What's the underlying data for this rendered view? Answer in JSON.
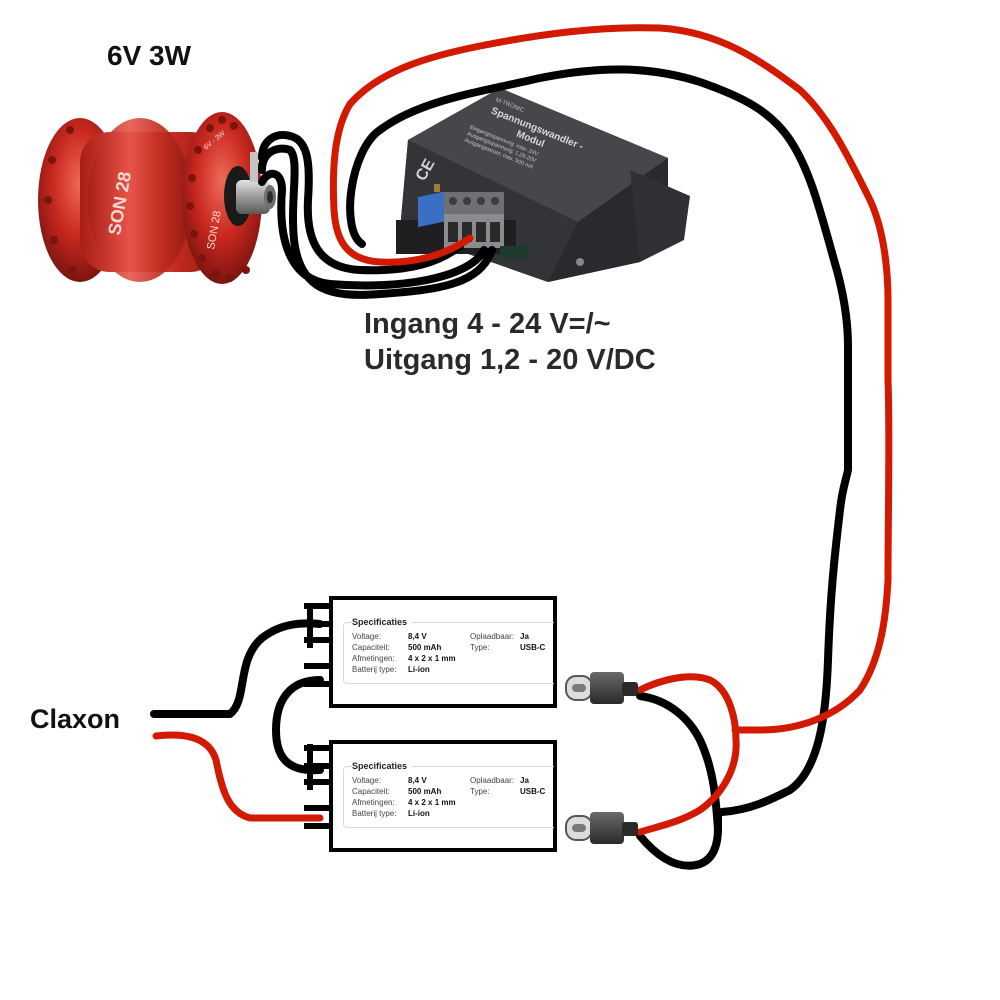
{
  "labels": {
    "hub_rating": "6V 3W",
    "converter_input": "Ingang 4 - 24 V=/~",
    "converter_output": "Uitgang 1,2 - 20 V/DC",
    "claxon": "Claxon"
  },
  "hub": {
    "brand_text": "SON 28",
    "rim_text": "6V - 3W"
  },
  "converter": {
    "maker": "M-TRONIC",
    "title_line1": "Spannungswandler -",
    "title_line2": "Modul",
    "spec_lines": [
      "Eingangsspannung: max. 24V",
      "Ausgangsspannung: 1,25-20V",
      "Ausgangsstrom: max. 500 mA"
    ],
    "ce_mark": "CE"
  },
  "batteries": [
    {
      "title": "Specificaties",
      "rows": [
        {
          "key": "Voltage:",
          "value": "8,4 V",
          "key2": "Oplaadbaar:",
          "value2": "Ja"
        },
        {
          "key": "Capaciteit:",
          "value": "500 mAh",
          "key2": "Type:",
          "value2": "USB-C"
        },
        {
          "key": "Afmetingen:",
          "value": "4 x 2 x 1 mm",
          "key2": "",
          "value2": ""
        },
        {
          "key": "Batterij type:",
          "value": "Li-ion",
          "key2": "",
          "value2": ""
        }
      ]
    },
    {
      "title": "Specificaties",
      "rows": [
        {
          "key": "Voltage:",
          "value": "8,4 V",
          "key2": "Oplaadbaar:",
          "value2": "Ja"
        },
        {
          "key": "Capaciteit:",
          "value": "500 mAh",
          "key2": "Type:",
          "value2": "USB-C"
        },
        {
          "key": "Afmetingen:",
          "value": "4 x 2 x 1 mm",
          "key2": "",
          "value2": ""
        },
        {
          "key": "Batterij type:",
          "value": "Li-ion",
          "key2": "",
          "value2": ""
        }
      ]
    }
  ],
  "colors": {
    "wire_positive": "#d11a00",
    "wire_negative": "#000000",
    "hub_red": "#c8281e",
    "converter_body": "#3c3d40",
    "trimmer_blue": "#3b6fc4"
  }
}
